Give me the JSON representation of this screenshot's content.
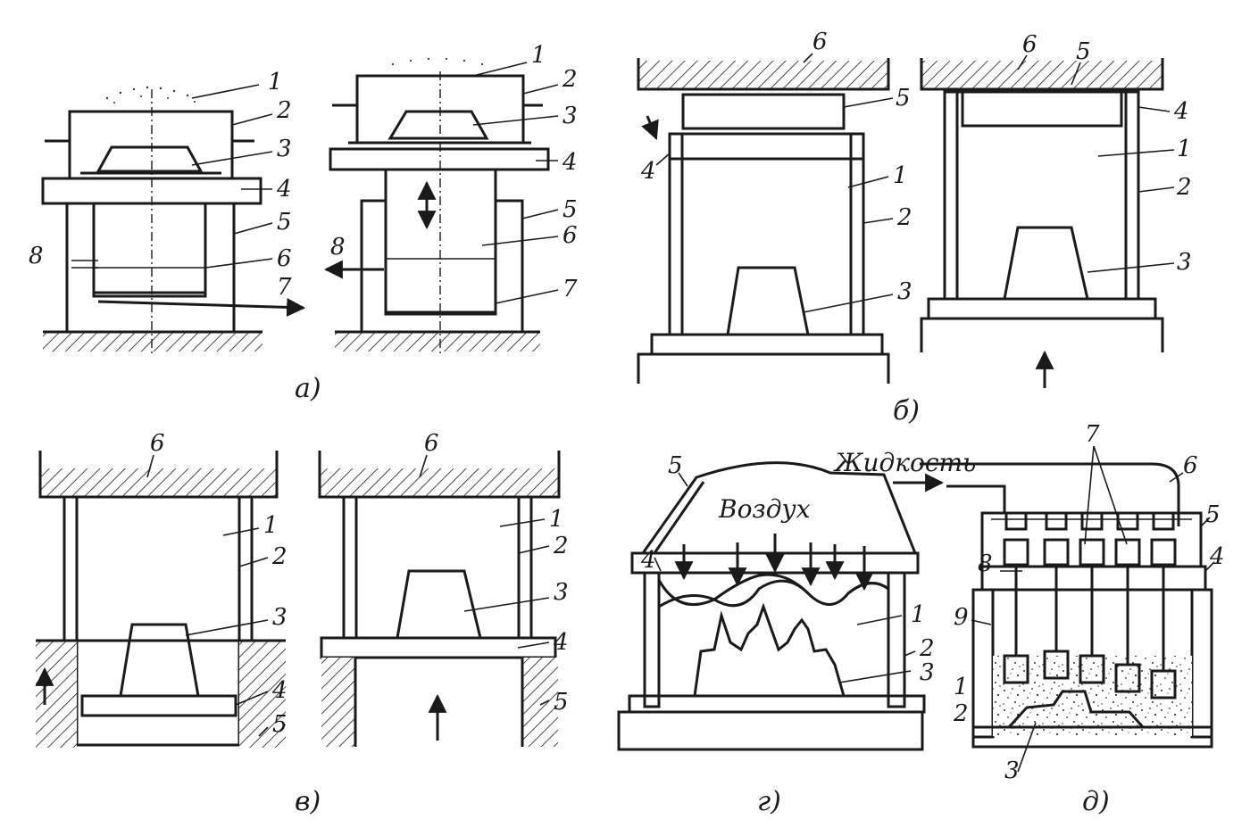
{
  "captions": {
    "a": "а)",
    "b": "б)",
    "v": "в)",
    "g": "г)",
    "d": "д)"
  },
  "words": {
    "air": "Воздух",
    "liquid": "Жидкость"
  },
  "panels": {
    "a1": {
      "labels": [
        "1",
        "2",
        "3",
        "4",
        "5",
        "6",
        "7",
        "8"
      ]
    },
    "a2": {
      "labels": [
        "1",
        "2",
        "3",
        "4",
        "5",
        "6",
        "7",
        "8"
      ]
    },
    "b1": {
      "labels": [
        "6",
        "5",
        "4",
        "1",
        "2",
        "3"
      ]
    },
    "b2": {
      "labels": [
        "6",
        "5",
        "4",
        "1",
        "2",
        "3"
      ]
    },
    "v1": {
      "labels": [
        "6",
        "1",
        "2",
        "3",
        "4",
        "5"
      ]
    },
    "v2": {
      "labels": [
        "6",
        "1",
        "2",
        "3",
        "4",
        "5"
      ]
    },
    "g": {
      "labels": [
        "5",
        "4",
        "1",
        "2",
        "3"
      ]
    },
    "d": {
      "labels": [
        "7",
        "6",
        "5",
        "8",
        "4",
        "9",
        "1",
        "2",
        "3"
      ]
    }
  }
}
